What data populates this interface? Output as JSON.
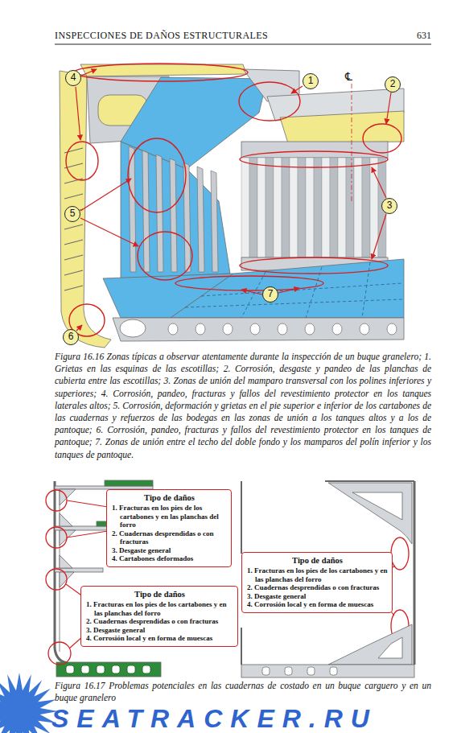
{
  "diagram": {
    "caption": "Figura 16.16 Zonas típicas a observar atentamente durante la inspección de un buque granelero; 1. Grietas en las esquinas de las escotillas; 2. Corrosión, desgaste y pandeo de las planchas de cubierta entre las escotillas; 3. Zonas de unión del mamparo transversal con los polines inferiores y superiores; 4. Corrosión, pandeo, fracturas y fallos del revestimiento protector en los tanques laterales altos; 5. Corrosión, deformación y grietas en el pie superior e inferior de los cartabones de las cuadernas y refuerzos de las bodegas en las zonas de unión a los tanques altos y a los de pantoque; 6. Corrosión, pandeo, fracturas y fallos del revestimiento protector en los tanques de pantoque; 7. Zonas de unión entre el techo del doble fondo y los mamparos del polín inferior y los tanques de pantoque.",
    "nodes": [
      {
        "text": [
          "4"
        ]
      },
      {
        "text": [
          "1"
        ]
      },
      {
        "text": [
          "2"
        ]
      },
      {
        "text": [
          "3"
        ]
      },
      {
        "text": [
          "5"
        ]
      },
      {
        "text": [
          "7"
        ]
      },
      {
        "text": [
          "6"
        ]
      },
      {
        "text": [
          "Tipo de daños",
          "1. Fracturas en los pies de los cartabones y en las planchas del forro",
          "2. Cuadernas desprendidas o con fracturas",
          "3. Desgaste general",
          "4. Cartabones deformados"
        ]
      },
      {
        "text": [
          "Tipo de daños",
          "1. Fracturas en los pies de los cartabones y en las planchas del forro",
          "2. Cuadernas desprendidas o con fracturas",
          "3. Desgaste general",
          "4. Corrosión local y en forma de muescas"
        ]
      },
      {
        "text": [
          "Tipo de daños",
          "1. Fracturas en los pies de los cartabones y en las planchas del forro",
          "2. Cuadernas desprendidas o con fracturas",
          "3. Desgaste general",
          "4. Corrosión local y en forma de muescas"
        ]
      }
    ],
    "labels": [
      "INSPECCIONES DE DAÑOS ESTRUCTURALES",
      "631",
      "℄",
      "Figura 16.17 Problemas potenciales en las cuadernas de costado en un buque carguero y en un buque granelero",
      "SEATRACKER.RU"
    ]
  }
}
